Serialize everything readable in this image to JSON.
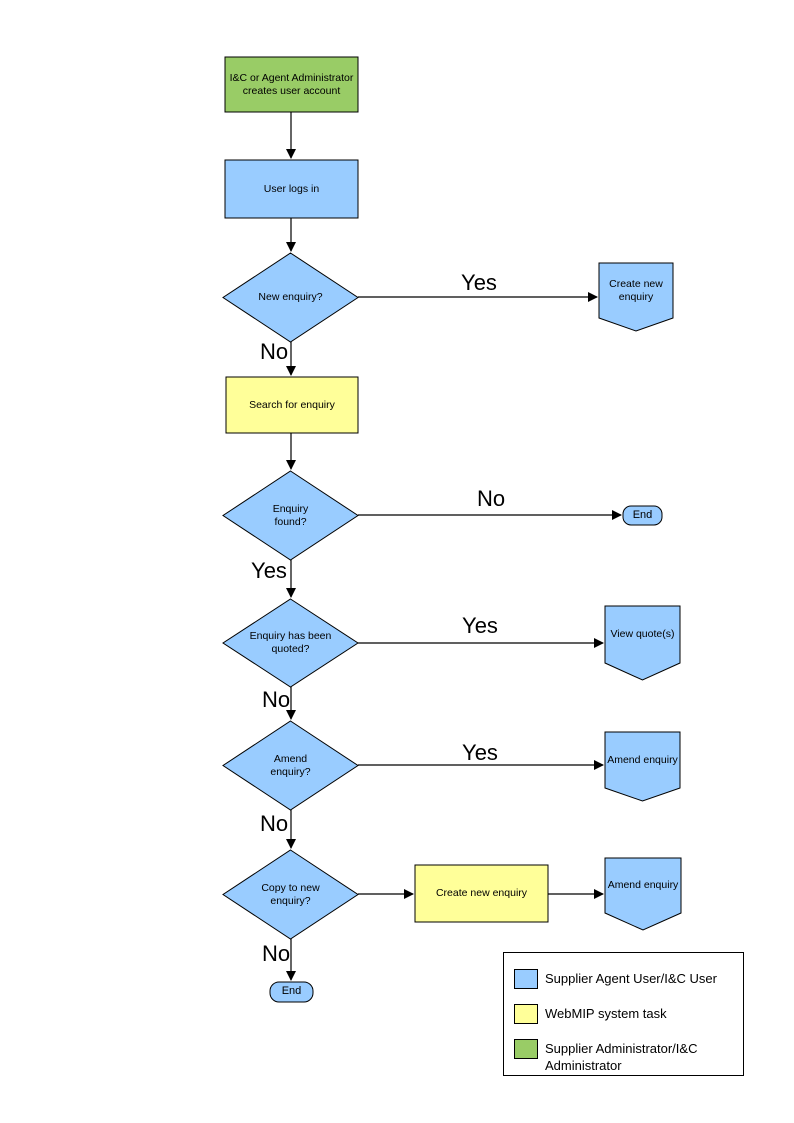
{
  "diagram": {
    "colors": {
      "user": "#99CCFF",
      "system": "#FFFF99",
      "admin": "#99CC66",
      "connector": "#000000",
      "background": "#FFFFFF"
    },
    "nodes": [
      {
        "id": "admin-creates-account",
        "type": "process",
        "role": "admin",
        "text": "I&C or Agent Administrator creates user account"
      },
      {
        "id": "user-logs-in",
        "type": "process",
        "role": "user",
        "text": "User logs in"
      },
      {
        "id": "new-enquiry-decision",
        "type": "decision",
        "role": "user",
        "text": "New enquiry?"
      },
      {
        "id": "create-new-enquiry-offpage",
        "type": "offpage-connector",
        "role": "user",
        "text": "Create new enquiry"
      },
      {
        "id": "search-for-enquiry",
        "type": "process",
        "role": "system",
        "text": "Search for enquiry"
      },
      {
        "id": "enquiry-found-decision",
        "type": "decision",
        "role": "user",
        "text": "Enquiry found?"
      },
      {
        "id": "end-terminator-1",
        "type": "terminator",
        "role": "user",
        "text": "End"
      },
      {
        "id": "enquiry-quoted-decision",
        "type": "decision",
        "role": "user",
        "text": "Enquiry has been quoted?"
      },
      {
        "id": "view-quotes-offpage",
        "type": "offpage-connector",
        "role": "user",
        "text": "View quote(s)"
      },
      {
        "id": "amend-enquiry-decision",
        "type": "decision",
        "role": "user",
        "text": "Amend enquiry?"
      },
      {
        "id": "amend-enquiry-offpage-1",
        "type": "offpage-connector",
        "role": "user",
        "text": "Amend enquiry"
      },
      {
        "id": "copy-to-new-enquiry-decision",
        "type": "decision",
        "role": "user",
        "text": "Copy to new enquiry?"
      },
      {
        "id": "create-new-enquiry-task",
        "type": "process",
        "role": "system",
        "text": "Create new enquiry"
      },
      {
        "id": "amend-enquiry-offpage-2",
        "type": "offpage-connector",
        "role": "user",
        "text": "Amend enquiry"
      },
      {
        "id": "end-terminator-2",
        "type": "terminator",
        "role": "user",
        "text": "End"
      }
    ],
    "edge_labels": [
      {
        "id": "new-enquiry-yes",
        "text": "Yes"
      },
      {
        "id": "new-enquiry-no",
        "text": "No"
      },
      {
        "id": "enquiry-found-no",
        "text": "No"
      },
      {
        "id": "enquiry-found-yes",
        "text": "Yes"
      },
      {
        "id": "enquiry-quoted-yes",
        "text": "Yes"
      },
      {
        "id": "enquiry-quoted-no",
        "text": "No"
      },
      {
        "id": "amend-enquiry-yes",
        "text": "Yes"
      },
      {
        "id": "amend-enquiry-no",
        "text": "No"
      },
      {
        "id": "copy-to-new-no",
        "text": "No"
      }
    ],
    "legend": {
      "items": [
        {
          "swatch_color": "#99CCFF",
          "label": "Supplier Agent User/I&C User"
        },
        {
          "swatch_color": "#FFFF99",
          "label": "WebMIP system task"
        },
        {
          "swatch_color": "#99CC66",
          "label": "Supplier Administrator/I&C Administrator"
        }
      ]
    }
  }
}
